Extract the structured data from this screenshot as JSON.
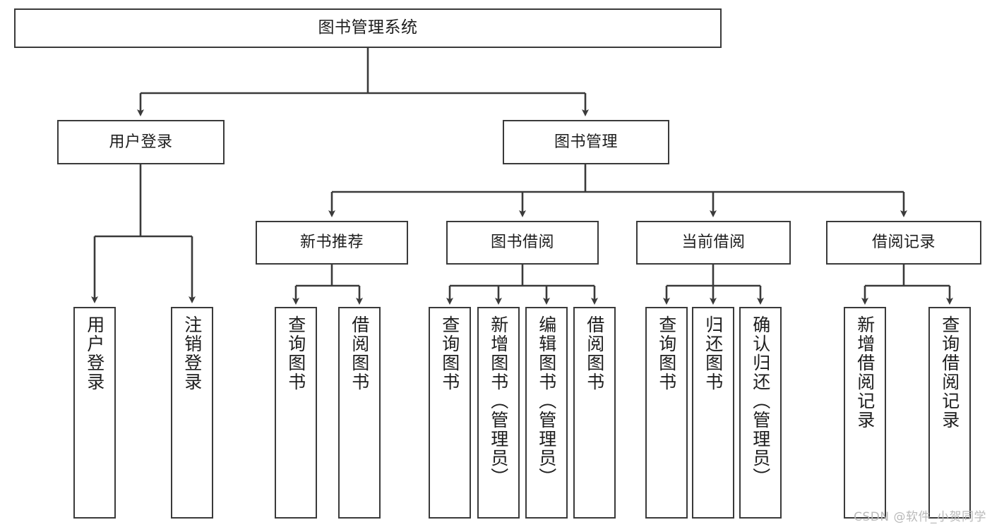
{
  "diagram": {
    "title": "图书管理系统",
    "type": "tree-hierarchy-chart",
    "stroke_color": "#3a3a3a",
    "text_color": "#1d1d1d",
    "background": "#ffffff"
  },
  "nodes": {
    "root": {
      "label": "图书管理系统"
    },
    "level2": [
      {
        "label": "用户登录"
      },
      {
        "label": "图书管理"
      }
    ],
    "level3": [
      {
        "label": "新书推荐"
      },
      {
        "label": "图书借阅"
      },
      {
        "label": "当前借阅"
      },
      {
        "label": "借阅记录"
      }
    ],
    "leaves_user_login": [
      {
        "label": "用户登录"
      },
      {
        "label": "注销登录"
      }
    ],
    "leaves_new_book": [
      {
        "label": "查询图书"
      },
      {
        "label": "借阅图书"
      }
    ],
    "leaves_borrow": [
      {
        "label": "查询图书"
      },
      {
        "label": "新增图书（管理员）"
      },
      {
        "label": "编辑图书（管理员）"
      },
      {
        "label": "借阅图书"
      }
    ],
    "leaves_current": [
      {
        "label": "查询图书"
      },
      {
        "label": "归还图书"
      },
      {
        "label": "确认归还（管理员）"
      }
    ],
    "leaves_record": [
      {
        "label": "新增借阅记录"
      },
      {
        "label": "查询借阅记录"
      }
    ]
  },
  "watermark": {
    "text": "CSDN @软件_小贺同学"
  }
}
